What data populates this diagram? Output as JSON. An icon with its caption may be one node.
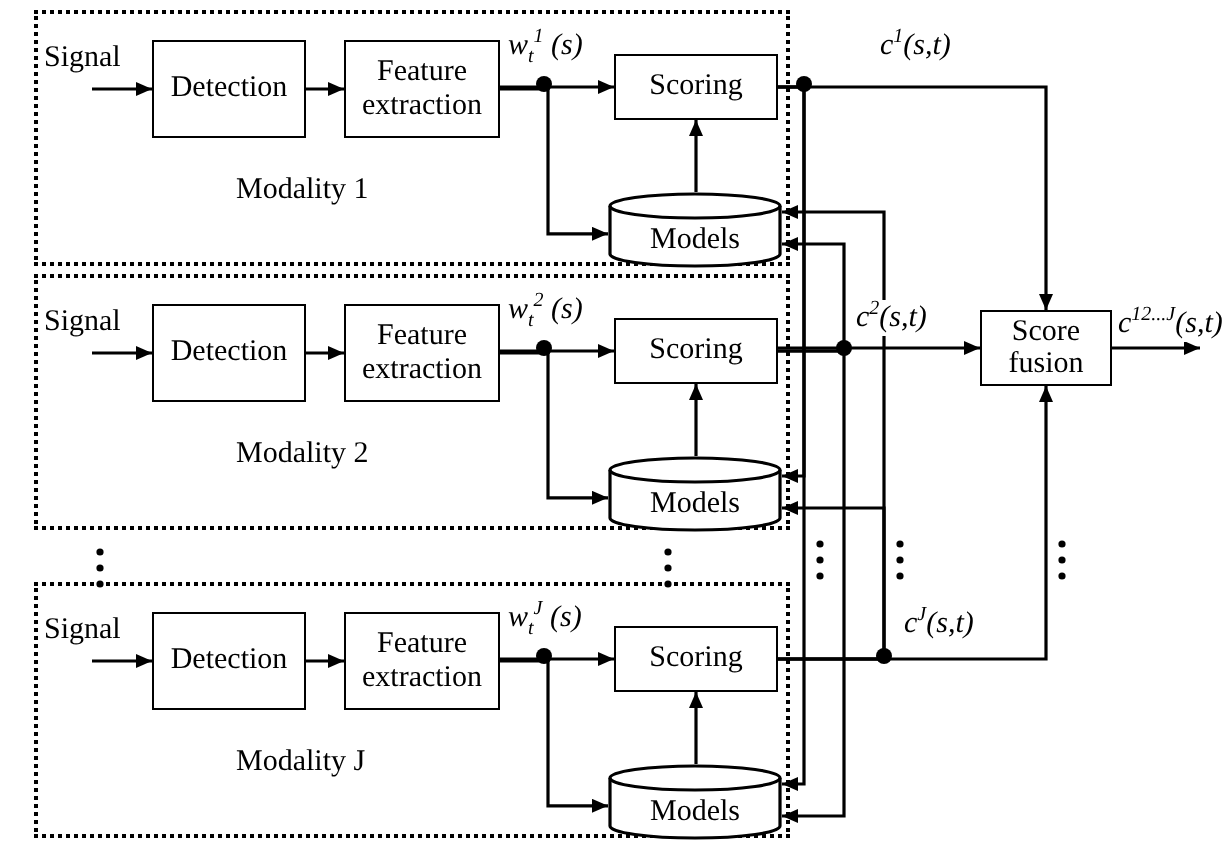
{
  "diagram": {
    "nodes": [
      {
        "text": [
          "Modality 1"
        ]
      },
      {
        "text": [
          "Signal"
        ],
        "in": 0
      },
      {
        "text": [
          "Detection"
        ],
        "in": 0
      },
      {
        "text": [
          "Feature extraction"
        ],
        "in": 0
      },
      {
        "text": [
          "Scoring"
        ],
        "in": 0
      },
      {
        "text": [
          "Models"
        ],
        "in": 0
      },
      {
        "text": [
          "Modality 2"
        ]
      },
      {
        "text": [
          "Signal"
        ],
        "in": 6
      },
      {
        "text": [
          "Detection"
        ],
        "in": 6
      },
      {
        "text": [
          "Feature extraction"
        ],
        "in": 6
      },
      {
        "text": [
          "Scoring"
        ],
        "in": 6
      },
      {
        "text": [
          "Models"
        ],
        "in": 6
      },
      {
        "text": [
          "Modality J"
        ]
      },
      {
        "text": [
          "Signal"
        ],
        "in": 12
      },
      {
        "text": [
          "Detection"
        ],
        "in": 12
      },
      {
        "text": [
          "Feature extraction"
        ],
        "in": 12
      },
      {
        "text": [
          "Scoring"
        ],
        "in": 12
      },
      {
        "text": [
          "Models"
        ],
        "in": 12
      },
      {
        "text": [
          "Score fusion"
        ]
      }
    ],
    "edges": [
      {
        "from": 1,
        "to": 2,
        "arrow": "to"
      },
      {
        "from": 2,
        "to": 3,
        "arrow": "to"
      },
      {
        "from": 3,
        "to": 4,
        "arrow": "to",
        "label": "w$_{t}$$^{1}$ (s)"
      },
      {
        "from": 3,
        "to": 5,
        "arrow": "to"
      },
      {
        "from": 5,
        "to": 4,
        "arrow": "to"
      },
      {
        "from": 4,
        "to": 18,
        "arrow": "to",
        "label": "c$^{1}$(s,t)"
      },
      {
        "from": 7,
        "to": 8,
        "arrow": "to"
      },
      {
        "from": 8,
        "to": 9,
        "arrow": "to"
      },
      {
        "from": 9,
        "to": 10,
        "arrow": "to",
        "label": "w$_{t}$$^{2}$ (s)"
      },
      {
        "from": 9,
        "to": 11,
        "arrow": "to"
      },
      {
        "from": 11,
        "to": 10,
        "arrow": "to"
      },
      {
        "from": 10,
        "to": 18,
        "arrow": "to",
        "label": "c$^{2}$(s,t)"
      },
      {
        "from": 13,
        "to": 14,
        "arrow": "to"
      },
      {
        "from": 14,
        "to": 15,
        "arrow": "to"
      },
      {
        "from": 15,
        "to": 16,
        "arrow": "to",
        "label": "w$_{t}$$^{J}$ (s)"
      },
      {
        "from": 15,
        "to": 17,
        "arrow": "to"
      },
      {
        "from": 17,
        "to": 16,
        "arrow": "to"
      },
      {
        "from": 16,
        "to": 18,
        "arrow": "to",
        "label": "c$^{J}$(s,t)"
      },
      {
        "from": 10,
        "to": 5,
        "arrow": "to"
      },
      {
        "from": 16,
        "to": 5,
        "arrow": "to"
      },
      {
        "from": 4,
        "to": 11,
        "arrow": "to"
      },
      {
        "from": 16,
        "to": 11,
        "arrow": "to"
      },
      {
        "from": 4,
        "to": 17,
        "arrow": "to"
      },
      {
        "from": 10,
        "to": 17,
        "arrow": "to"
      },
      {
        "from": 18,
        "to": null,
        "arrow": "to",
        "label": "c$^{12...J}$(s,t)"
      }
    ]
  }
}
